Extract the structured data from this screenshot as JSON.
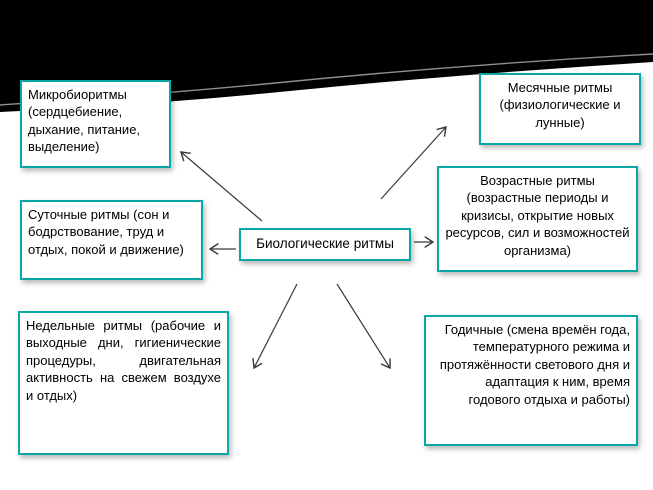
{
  "theme": {
    "accent_border": "#0aa7a7",
    "header_bg": "#000000",
    "page_bg": "#ffffff",
    "arrow_color": "#3a3a3a"
  },
  "center_node": {
    "label": "Биологические ритмы"
  },
  "nodes": {
    "microbiorhythms": {
      "text": "Микробиоритмы (сердцебиение, дыхание, питание, выделение)"
    },
    "monthly": {
      "text": "Месячные ритмы (физиологические и лунные)"
    },
    "daily": {
      "text": "Суточные ритмы (сон и бодрствование, труд и отдых, покой и движение)"
    },
    "age": {
      "text": "Возрастные ритмы (возрастные периоды и кризисы, открытие новых ресурсов, сил и возможностей организма)"
    },
    "weekly": {
      "text": "Недельные ритмы (рабочие и выходные дни, гигиенические процедуры, двигательная активность на свежем воздухе и отдых)"
    },
    "yearly": {
      "text": "Годичные (смена времён года, температурного режима и протяжённости светового дня и адаптация к ним, время годового отдыха и работы)"
    }
  }
}
